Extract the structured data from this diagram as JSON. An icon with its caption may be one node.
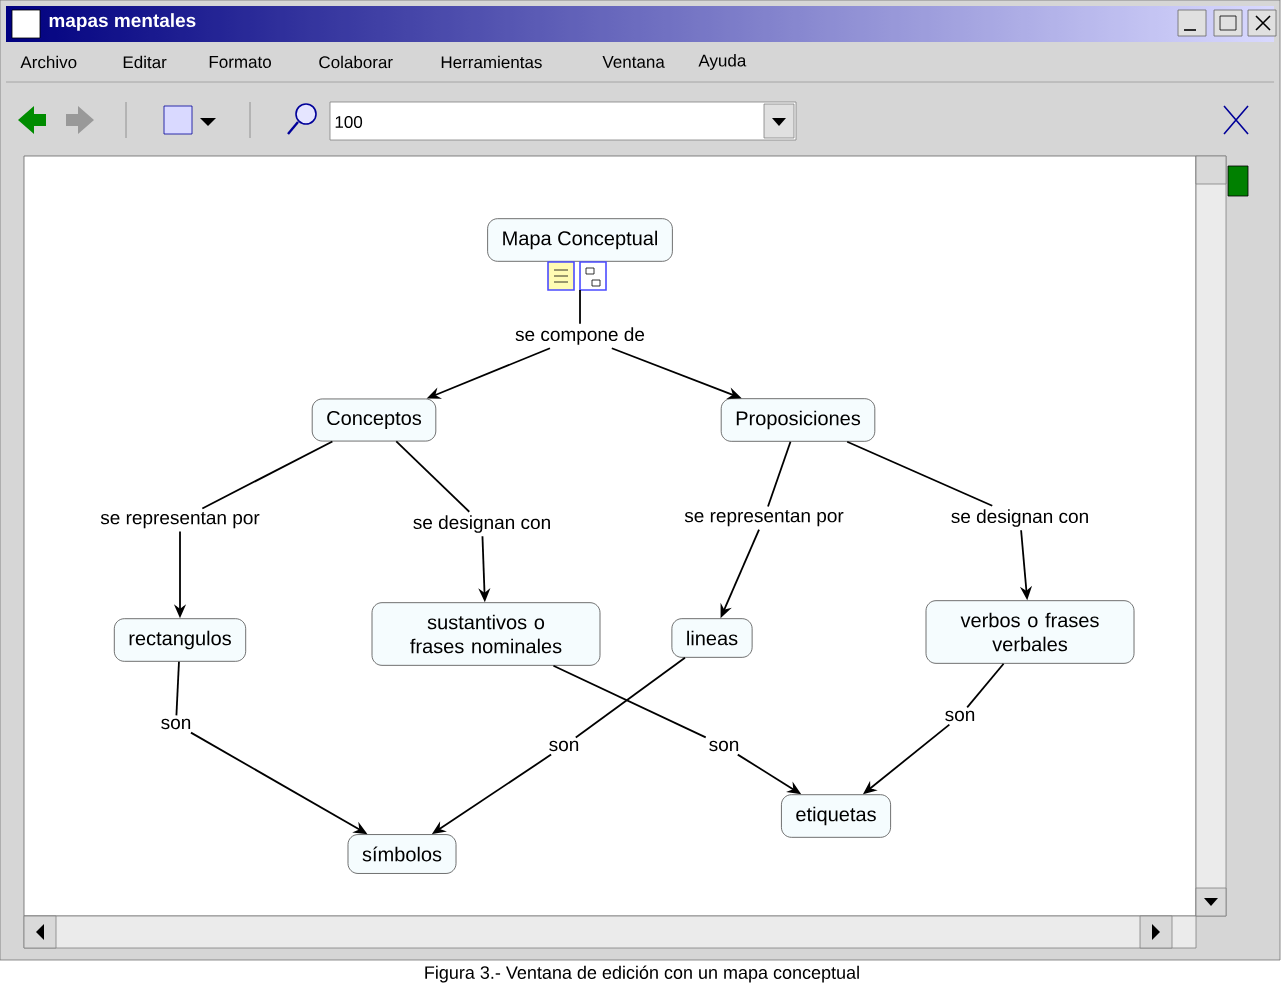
{
  "diagram": {
    "caption": "Figura 3.- Ventana de edición con un mapa conceptual",
    "nodes": [
      {
        "text": [
          "Mapa Conceptual"
        ]
      },
      {
        "text": [
          "se compone de"
        ]
      },
      {
        "text": [
          "Conceptos"
        ]
      },
      {
        "text": [
          "Proposiciones"
        ]
      },
      {
        "text": [
          "se representan por"
        ]
      },
      {
        "text": [
          "se designan con"
        ]
      },
      {
        "text": [
          "se representan por"
        ]
      },
      {
        "text": [
          "se designan con"
        ]
      },
      {
        "text": [
          "rectangulos"
        ]
      },
      {
        "text": [
          "sustantivos o frases nominales"
        ]
      },
      {
        "text": [
          "lineas"
        ]
      },
      {
        "text": [
          "verbos o frases verbales"
        ]
      },
      {
        "text": [
          "son"
        ]
      },
      {
        "text": [
          "son"
        ]
      },
      {
        "text": [
          "son"
        ]
      },
      {
        "text": [
          "son"
        ]
      },
      {
        "text": [
          "símbolos"
        ]
      },
      {
        "text": [
          "etiquetas"
        ]
      }
    ],
    "edges": [
      {
        "from": 0,
        "to": 1,
        "arrow": "none"
      },
      {
        "from": 1,
        "to": 2,
        "arrow": "to"
      },
      {
        "from": 1,
        "to": 3,
        "arrow": "to"
      },
      {
        "from": 2,
        "to": 4,
        "arrow": "none"
      },
      {
        "from": 2,
        "to": 5,
        "arrow": "none"
      },
      {
        "from": 4,
        "to": 8,
        "arrow": "to"
      },
      {
        "from": 5,
        "to": 9,
        "arrow": "to"
      },
      {
        "from": 3,
        "to": 6,
        "arrow": "none"
      },
      {
        "from": 3,
        "to": 7,
        "arrow": "none"
      },
      {
        "from": 6,
        "to": 10,
        "arrow": "to"
      },
      {
        "from": 7,
        "to": 11,
        "arrow": "to"
      },
      {
        "from": 8,
        "to": 12,
        "arrow": "none"
      },
      {
        "from": 12,
        "to": 16,
        "arrow": "to"
      },
      {
        "from": 10,
        "to": 13,
        "arrow": "none"
      },
      {
        "from": 13,
        "to": 16,
        "arrow": "to"
      },
      {
        "from": 9,
        "to": 14,
        "arrow": "none"
      },
      {
        "from": 14,
        "to": 17,
        "arrow": "to"
      },
      {
        "from": 11,
        "to": 15,
        "arrow": "none"
      },
      {
        "from": 15,
        "to": 17,
        "arrow": "to"
      }
    ],
    "labels": [
      "mapas mentales",
      "Archivo",
      "Editar",
      "Formato",
      "Colaborar",
      "Herramientas",
      "Ventana",
      "Ayuda",
      "100"
    ]
  }
}
